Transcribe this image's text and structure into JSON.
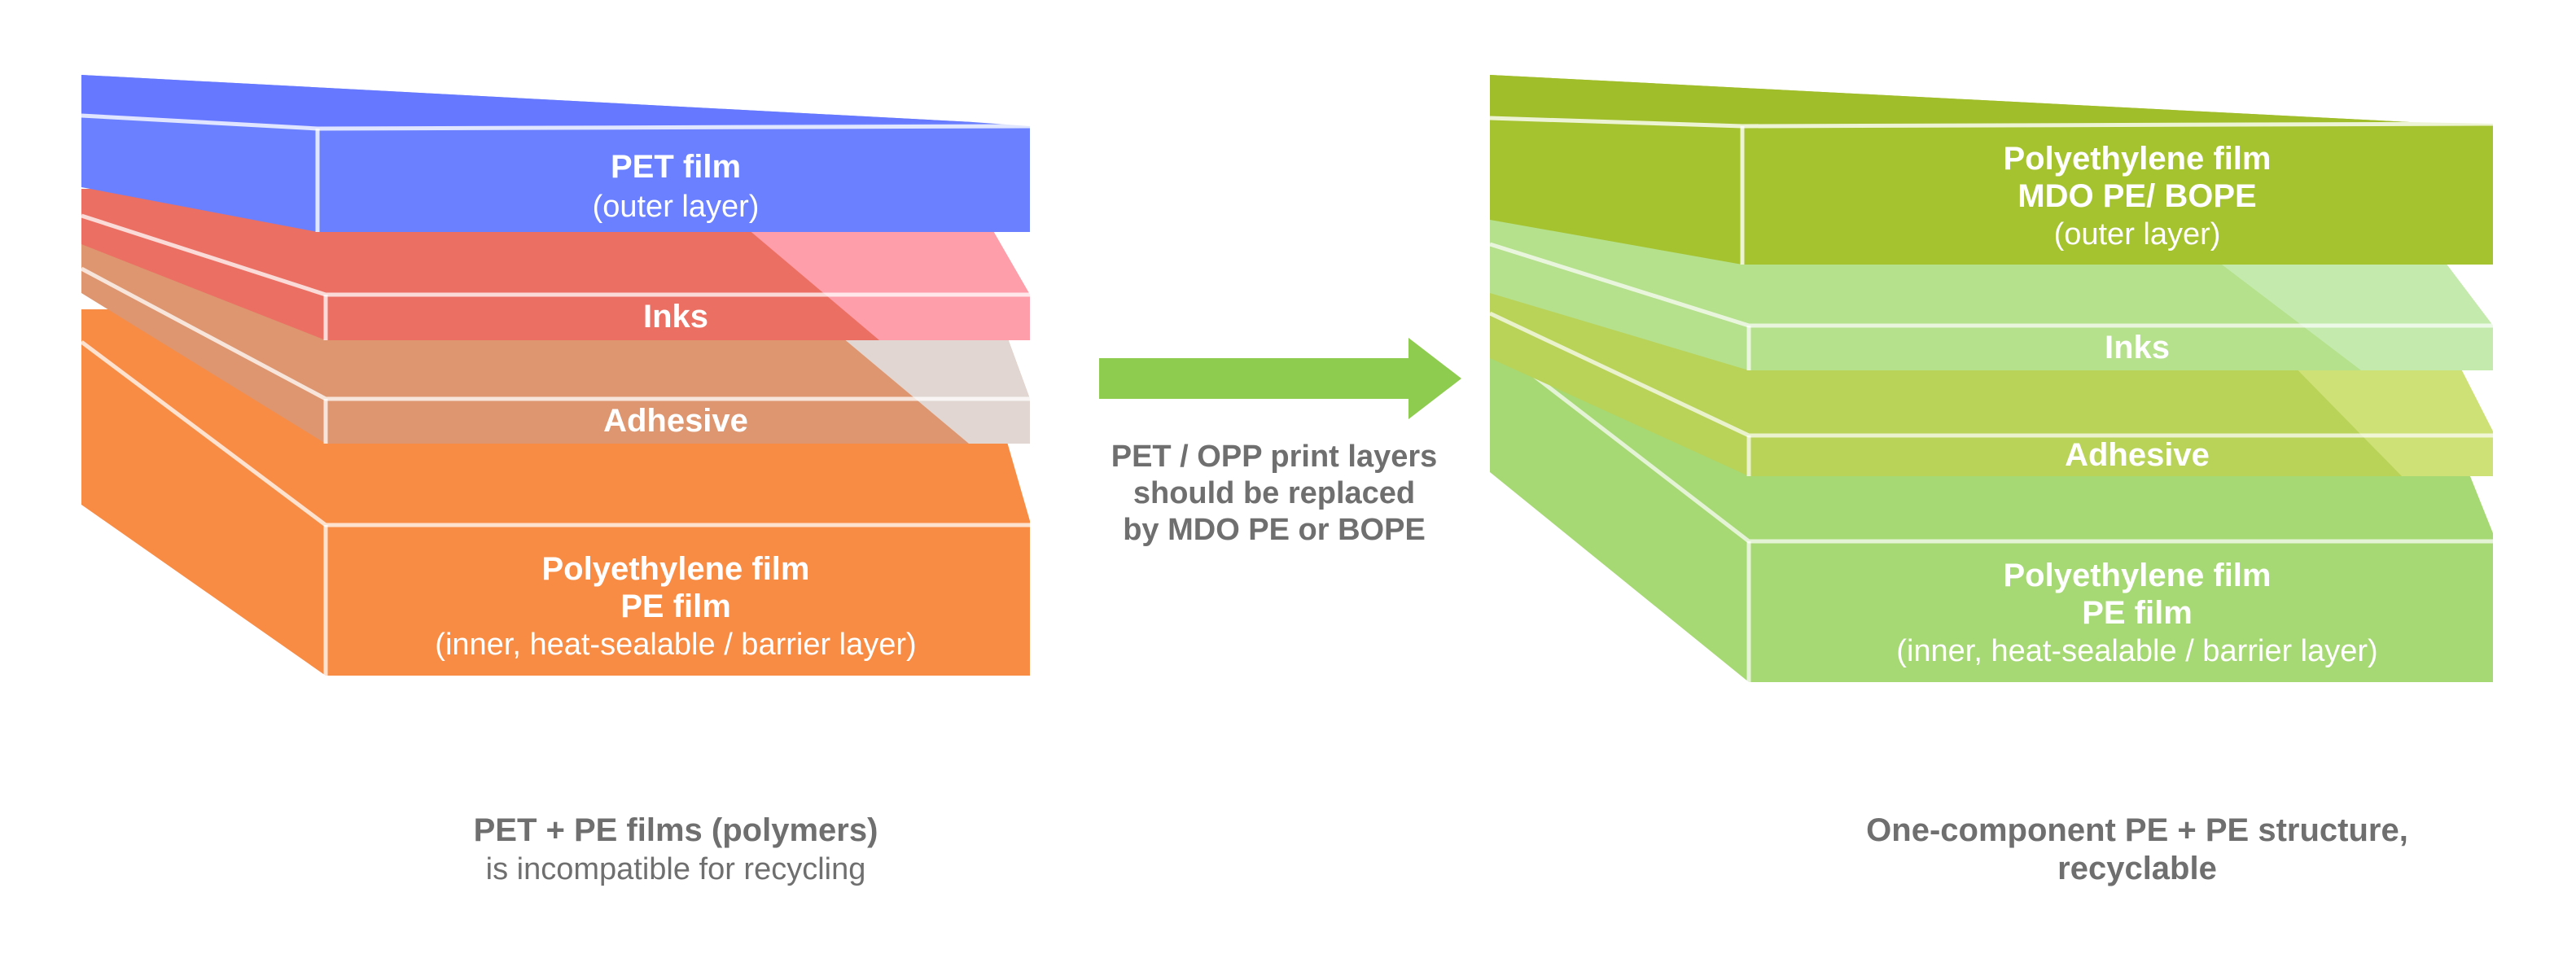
{
  "colors": {
    "pet_blue": "#6b80ff",
    "ink_red": "#ec6f63",
    "adhesive_tan": "#dd9670",
    "pe_orange": "#f98c45",
    "green_dark": "#a5c22f",
    "green_light": "#a6d873",
    "arrow_green": "#8dcc4f",
    "caption_gray": "#6f6f6f"
  },
  "left_structure": {
    "pet_layer": {
      "title": "PET film",
      "subtitle": "(outer layer)"
    },
    "inks_layer": {
      "title": "Inks"
    },
    "adhesive_layer": {
      "title": "Adhesive"
    },
    "pe_layer": {
      "title_1": "Polyethylene film",
      "title_2": "PE film",
      "subtitle": "(inner, heat-sealable / barrier layer)"
    },
    "caption": {
      "line_1": "PET + PE films (polymers)",
      "line_2": "is incompatible for recycling"
    }
  },
  "middle": {
    "arrow_icon": "arrow-right",
    "text_line_1": "PET / OPP print layers",
    "text_line_2": "should be replaced",
    "text_line_3": "by MDO PE or BOPE"
  },
  "right_structure": {
    "pe_outer_layer": {
      "title_1": "Polyethylene film",
      "title_2": "MDO PE/ BOPE",
      "subtitle": "(outer layer)"
    },
    "inks_layer": {
      "title": "Inks"
    },
    "adhesive_layer": {
      "title": "Adhesive"
    },
    "pe_inner_layer": {
      "title_1": "Polyethylene film",
      "title_2": "PE film",
      "subtitle": "(inner, heat-sealable / barrier layer)"
    },
    "caption": {
      "line_1": "One-component PE + PE structure,",
      "line_2": "recyclable"
    }
  }
}
